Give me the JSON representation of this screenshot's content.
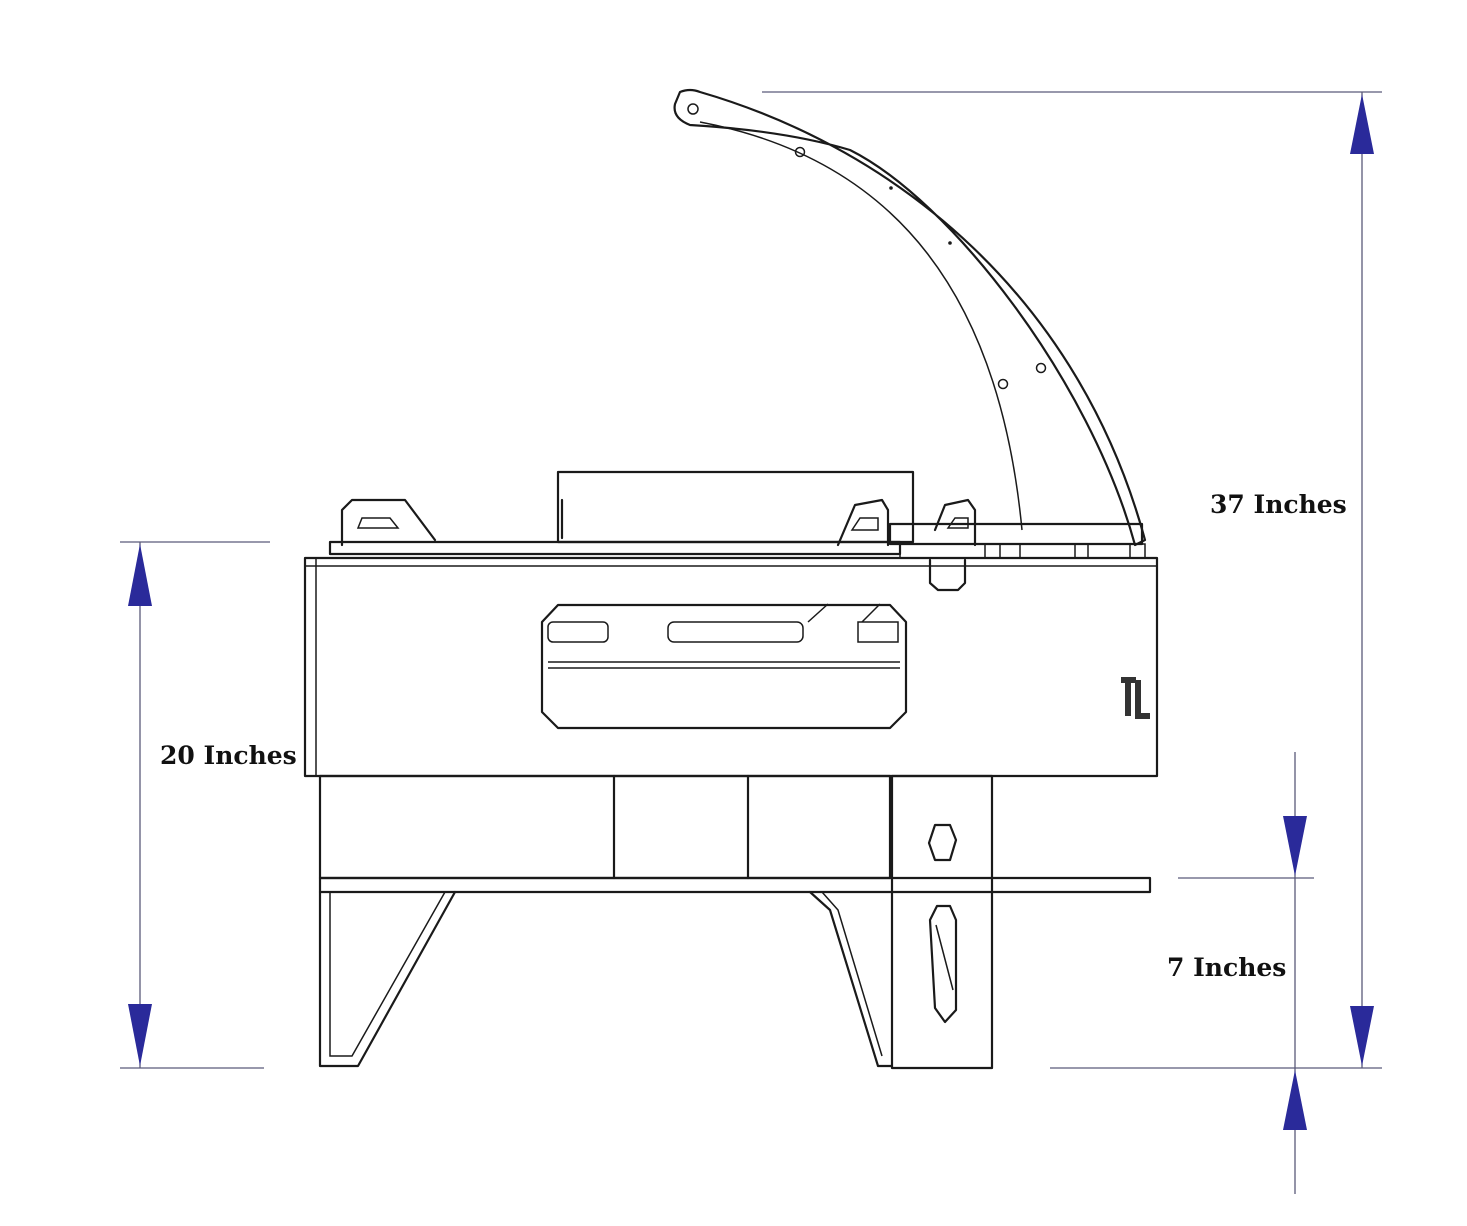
{
  "dimensions": {
    "overall_height": {
      "label": "37 Inches"
    },
    "body_height": {
      "label": "20 Inches"
    },
    "leg_height": {
      "label": "7 Inches"
    }
  },
  "colors": {
    "arrow": "#2a2a9a",
    "line": "#1a1a1a",
    "extension_line": "#5a5a7a",
    "background": "#ffffff"
  }
}
